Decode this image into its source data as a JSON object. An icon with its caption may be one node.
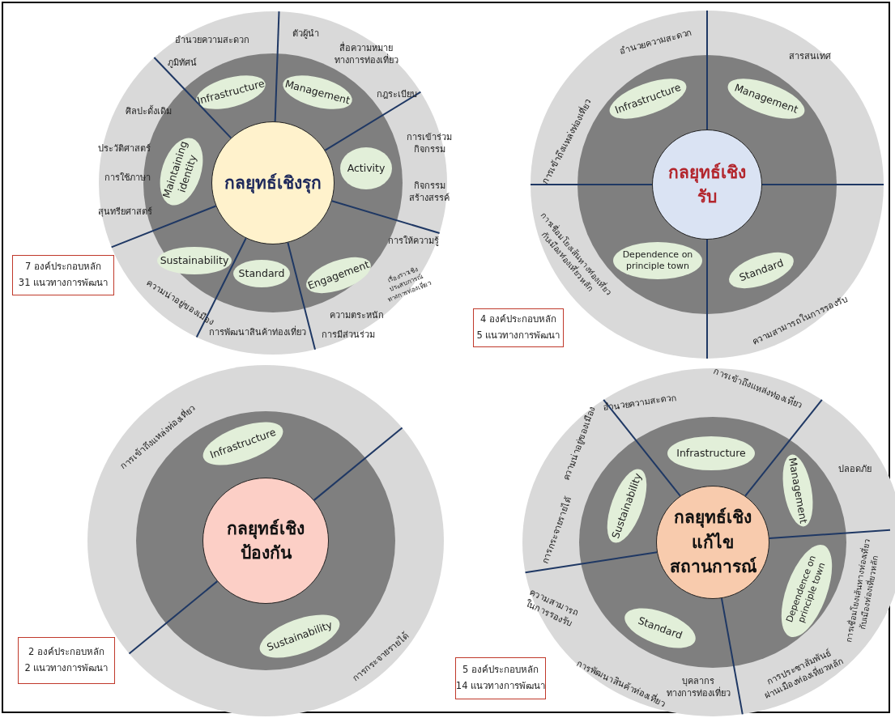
{
  "diagram": {
    "nodes": [
      {
        "text": [],
        "shape": "circle"
      },
      {
        "text": [],
        "shape": "circle",
        "in": 0
      },
      {
        "text": [
          "กลยุทธ์เชิงรุก"
        ],
        "in": 1
      },
      {
        "text": [
          "Infrastructure"
        ],
        "in": 1
      },
      {
        "text": [
          "Management"
        ],
        "in": 1
      },
      {
        "text": [
          "Activity"
        ],
        "in": 1
      },
      {
        "text": [
          "Engagement"
        ],
        "in": 1
      },
      {
        "text": [
          "Standard"
        ],
        "in": 1
      },
      {
        "text": [
          "Sustainability"
        ],
        "in": 1
      },
      {
        "text": [
          "Maintaining identity"
        ],
        "in": 1
      },
      {
        "text": [
          "7 องค์ประกอบหลัก",
          "31 แนวทางการพัฒนา"
        ]
      },
      {
        "text": [],
        "shape": "circle"
      },
      {
        "text": [],
        "shape": "circle",
        "in": 11
      },
      {
        "text": [
          "กลยุทธ์เชิงรับ"
        ],
        "in": 12
      },
      {
        "text": [
          "Infrastructure"
        ],
        "in": 12
      },
      {
        "text": [
          "Management"
        ],
        "in": 12
      },
      {
        "text": [
          "Standard"
        ],
        "in": 12
      },
      {
        "text": [
          "Dependence on principle town"
        ],
        "in": 12
      },
      {
        "text": [
          "4 องค์ประกอบหลัก",
          "5 แนวทางการพัฒนา"
        ]
      },
      {
        "text": [],
        "shape": "circle"
      },
      {
        "text": [],
        "shape": "circle",
        "in": 19
      },
      {
        "text": [
          "กลยุทธ์เชิงป้องกัน"
        ],
        "in": 20
      },
      {
        "text": [
          "Infrastructure"
        ],
        "in": 20
      },
      {
        "text": [
          "Sustainability"
        ],
        "in": 20
      },
      {
        "text": [
          "2 องค์ประกอบหลัก",
          "2 แนวทางการพัฒนา"
        ]
      },
      {
        "text": [],
        "shape": "circle"
      },
      {
        "text": [],
        "shape": "circle",
        "in": 25
      },
      {
        "text": [
          "กลยุทธ์เชิงแก้ไข สถานการณ์"
        ],
        "in": 26
      },
      {
        "text": [
          "Infrastructure"
        ],
        "in": 26
      },
      {
        "text": [
          "Management"
        ],
        "in": 26
      },
      {
        "text": [
          "Dependence on principle town"
        ],
        "in": 26
      },
      {
        "text": [
          "Standard"
        ],
        "in": 26
      },
      {
        "text": [
          "Sustainability"
        ],
        "in": 26
      },
      {
        "text": [
          "5 องค์ประกอบหลัก",
          "14 แนวทางการพัฒนา"
        ]
      }
    ],
    "labels": [
      "อำนวยความสะดวก",
      "ภูมิทัศน์",
      "ตัวผู้นำ",
      "สื่อความหมาย ทางการท่องเที่ยว",
      "กฎระเบียบ",
      "การเข้าร่วม กิจกรรม",
      "กิจกรรม สร้างสรรค์",
      "การให้ความรู้",
      "เรื่องราวเชิง ประสบการณ์ ทางการท่องเที่ยว",
      "ความตระหนัก",
      "การมีส่วนร่วม",
      "การพัฒนาสินค้าท่องเที่ยว",
      "ความน่าอยู่ของเมือง",
      "ศิลปะดั้งเดิม",
      "ประวัติศาสตร์",
      "การใช้ภาษา",
      "สุนทรียศาสตร์",
      "อำนวยความสะดวก",
      "การเข้าถึงแหล่งท่องเที่ยว",
      "สารสนเทศ",
      "ความสามารถในการรองรับ",
      "การเชื่อมโยงเส้นทางท่องเที่ยว กับเมืองท่องเที่ยวหลัก",
      "การเข้าถึงแหล่งท่องเที่ยว",
      "การกระจายรายได้",
      "อำนวยความสะดวก",
      "การเข้าถึงแหล่งท่องเที่ยว",
      "ปลอดภัย",
      "การเชื่อมโยงเส้นทางท่องเที่ยว กับเมืองท่องเที่ยวหลัก",
      "การประชาสัมพันธ์ ผ่านเมืองท่องเที่ยวหลัก",
      "บุคลากร ทางการท่องเที่ยว",
      "การพัฒนาสินค้าท่องเที่ยว",
      "ความสามารถ ในการรองรับ",
      "การกระจายรายได้",
      "ความน่าอยู่ของเมือง"
    ]
  }
}
